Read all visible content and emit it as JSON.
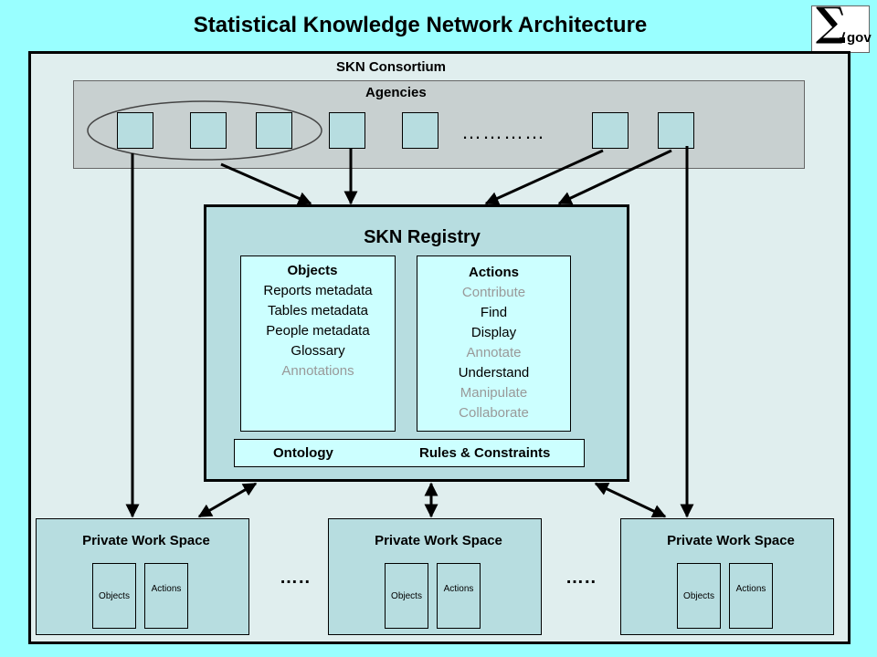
{
  "title": "Statistical Knowledge Network Architecture",
  "logo": {
    "symbol": "∑",
    "suffix": "gov"
  },
  "consortium_label": "SKN Consortium",
  "agencies": {
    "label": "Agencies",
    "ellipsis": "…………"
  },
  "registry": {
    "title": "SKN Registry",
    "objects": {
      "heading": "Objects",
      "items": [
        "Reports metadata",
        "Tables metadata",
        "People metadata",
        "Glossary",
        "Annotations"
      ]
    },
    "actions": {
      "heading": "Actions",
      "items": [
        "Contribute",
        "Find",
        "Display",
        "Annotate",
        "Understand",
        "Manipulate",
        "Collaborate"
      ]
    },
    "ontology": "Ontology",
    "rules": "Rules & Constraints"
  },
  "workspaces": [
    {
      "title": "Private Work Space",
      "objects": "Objects",
      "actions": "Actions"
    },
    {
      "title": "Private Work Space",
      "objects": "Objects",
      "actions": "Actions"
    },
    {
      "title": "Private Work Space",
      "objects": "Objects",
      "actions": "Actions"
    }
  ],
  "workspace_ellipsis": "…..",
  "colors": {
    "background": "#99ffff",
    "panel": "#b7dde0",
    "inner": "#ccffff",
    "agency_band": "#c8d0d0",
    "muted_text": "#999999"
  }
}
